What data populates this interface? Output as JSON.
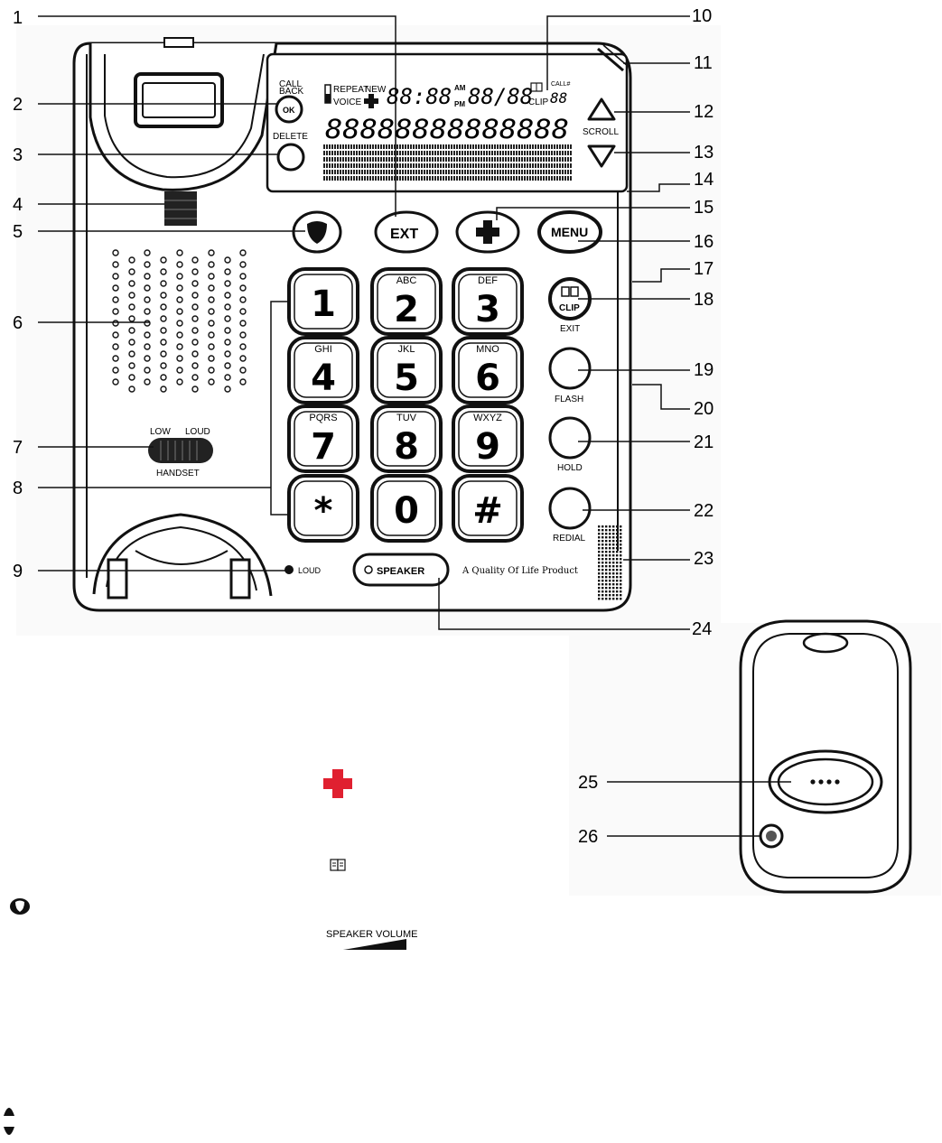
{
  "callouts": [
    "1",
    "2",
    "3",
    "4",
    "5",
    "6",
    "7",
    "8",
    "9",
    "10",
    "11",
    "12",
    "13",
    "14",
    "15",
    "16",
    "17",
    "18",
    "19",
    "20",
    "21",
    "22",
    "23",
    "24",
    "25",
    "26"
  ],
  "lcd": {
    "repeat": "REPEAT",
    "new": "NEW",
    "voice": "VOICE",
    "time": "88:88",
    "am": "AM",
    "pm": "PM",
    "date": "88/88",
    "clip": "CLIP",
    "call_no_label": "CALL#",
    "call_no": "88",
    "digits": "88888888888888"
  },
  "labels": {
    "call_back": "CALL\nBACK",
    "ok": "OK",
    "delete": "DELETE",
    "scroll": "SCROLL",
    "ext": "EXT",
    "menu": "MENU",
    "clip": "CLIP",
    "exit": "EXIT",
    "flash": "FLASH",
    "hold": "HOLD",
    "redial": "REDIAL",
    "low": "LOW",
    "loud": "LOUD",
    "handset": "HANDSET",
    "loud_led": "LOUD",
    "speaker": "SPEAKER",
    "tagline": "A Quality Of Life Product"
  },
  "keys": [
    {
      "num": "1",
      "letters": ""
    },
    {
      "num": "2",
      "letters": "ABC"
    },
    {
      "num": "3",
      "letters": "DEF"
    },
    {
      "num": "4",
      "letters": "GHI"
    },
    {
      "num": "5",
      "letters": "JKL"
    },
    {
      "num": "6",
      "letters": "MNO"
    },
    {
      "num": "7",
      "letters": "PQRS"
    },
    {
      "num": "8",
      "letters": "TUV"
    },
    {
      "num": "9",
      "letters": "WXYZ"
    },
    {
      "num": "*",
      "letters": ""
    },
    {
      "num": "0",
      "letters": ""
    },
    {
      "num": "#",
      "letters": ""
    }
  ],
  "legend": {
    "speaker_volume": "SPEAKER VOLUME"
  },
  "colors": {
    "emergency_red": "#e02030",
    "ink": "#111111"
  },
  "icons": [
    "plus-icon",
    "shield-icon",
    "book-icon",
    "up-arrow-icon",
    "down-arrow-icon"
  ]
}
